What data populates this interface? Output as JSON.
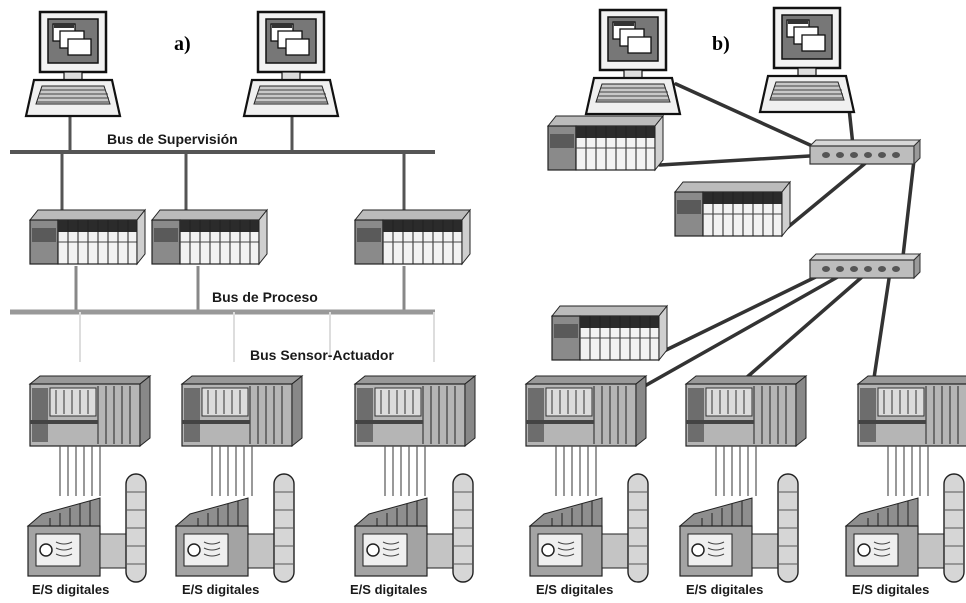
{
  "panels": {
    "a": "a)",
    "b": "b)"
  },
  "buses": {
    "supervision": "Bus de Supervisión",
    "process": "Bus de Proceso",
    "sensor": "Bus Sensor-Actuador"
  },
  "io_label": "E/S digitales",
  "icons": {
    "workstation": "computer-workstation-icon",
    "plc": "plc-rack-icon",
    "remote_io": "remote-io-module-icon",
    "device": "field-device-icon",
    "switch": "network-switch-icon"
  }
}
